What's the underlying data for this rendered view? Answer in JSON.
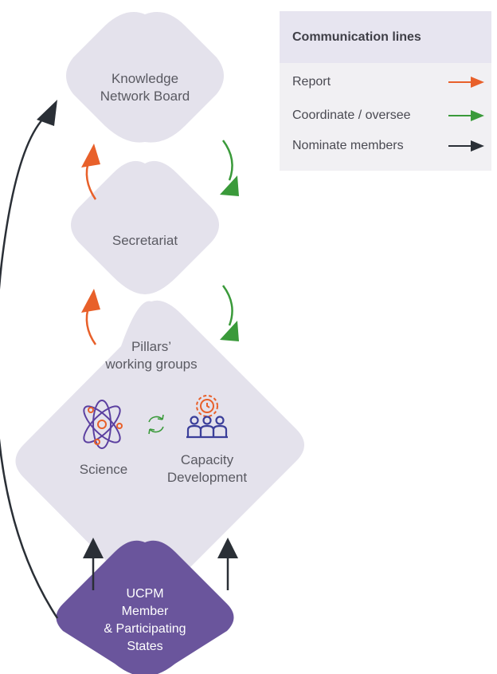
{
  "nodes": {
    "board": "Knowledge Network Board",
    "board_line1": "Knowledge",
    "board_line2": "Network Board",
    "secretariat": "Secretariat",
    "pillars_line1": "Pillars’",
    "pillars_line2": "working groups",
    "science": "Science",
    "capacity_line1": "Capacity",
    "capacity_line2": "Development",
    "states_line1": "UCPM",
    "states_line2": "Member",
    "states_line3": "& Participating",
    "states_line4": "States"
  },
  "legend": {
    "title": "Communication lines",
    "items": [
      {
        "label": "Report",
        "color": "#e8602a"
      },
      {
        "label": "Coordinate / oversee",
        "color": "#3a9a3a"
      },
      {
        "label": "Nominate members",
        "color": "#2a2f36"
      }
    ]
  },
  "colors": {
    "node_fill": "#e4e2ec",
    "states_fill": "#6a559c",
    "science_icon": "#5b3fa0",
    "capacity_icon_top": "#e8602a",
    "capacity_icon_bottom": "#3b3f9a",
    "cycle_icon": "#3a9a3a"
  },
  "icons": [
    "atom-icon",
    "cycle-icon",
    "team-gear-icon"
  ]
}
